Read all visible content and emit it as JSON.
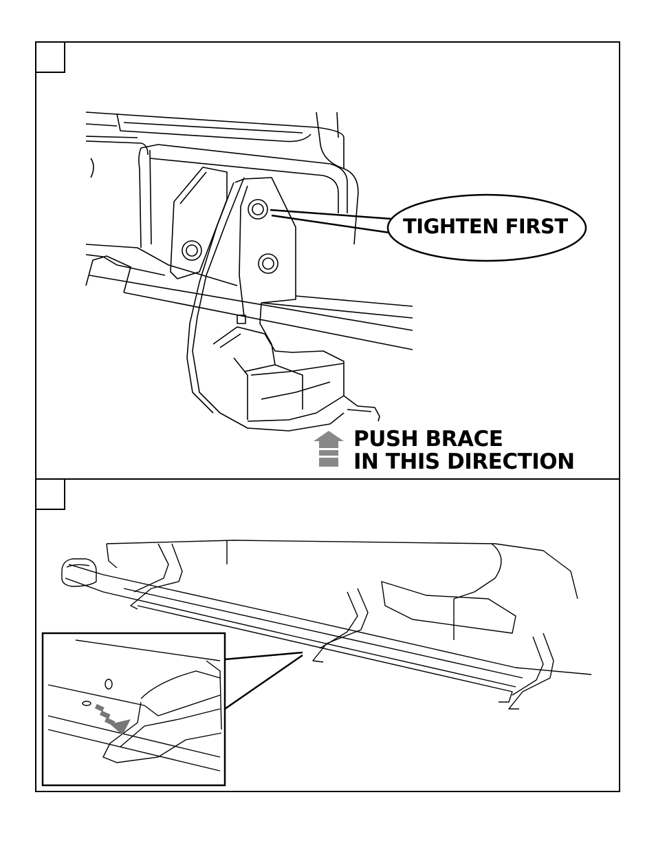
{
  "panel_1": {
    "step_number": "",
    "callout_tighten": "TIGHTEN FIRST",
    "push_direction": {
      "line_1": "PUSH BRACE",
      "line_2": "IN THIS DIRECTION"
    }
  },
  "panel_2": {
    "step_number": ""
  },
  "icons": [
    "up-arrow-icon",
    "diagonal-arrow-icon"
  ]
}
